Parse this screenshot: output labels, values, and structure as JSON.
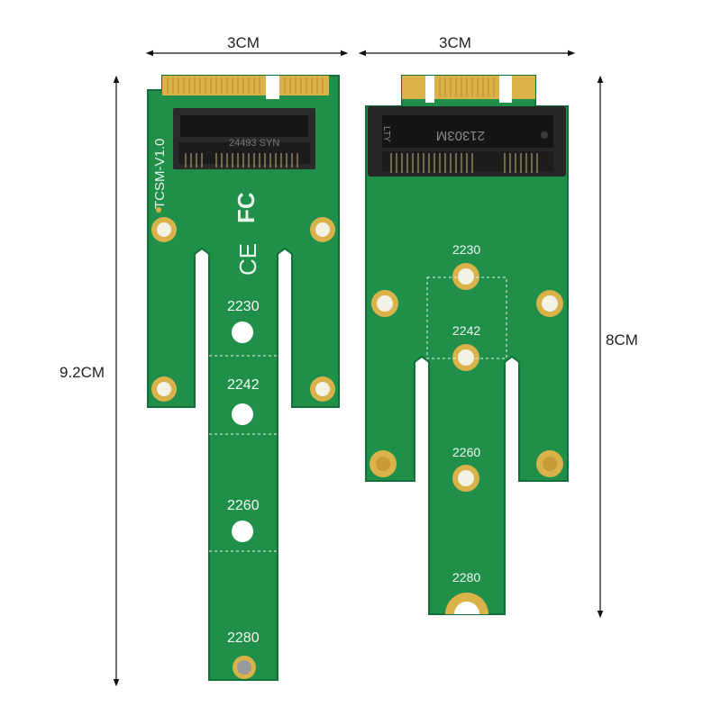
{
  "dimensions": {
    "left_card_width": "3CM",
    "right_card_width": "3CM",
    "left_card_height": "9.2CM",
    "right_card_height": "8CM"
  },
  "left_card": {
    "model_label": "TCSM-V1.0",
    "connector_text": "24493 SYN",
    "certifications": [
      "FC",
      "CE"
    ],
    "sizes": [
      "2230",
      "2242",
      "2260",
      "2280"
    ]
  },
  "right_card": {
    "connector_text": "21303M",
    "connector_brand": "LTY",
    "sizes": [
      "2230",
      "2242",
      "2260",
      "2280"
    ]
  },
  "colors": {
    "pcb": "#1f8f4a",
    "pcb_edge": "#14703a",
    "gold": "#d9b24a",
    "connector": "#1c1c1c"
  }
}
